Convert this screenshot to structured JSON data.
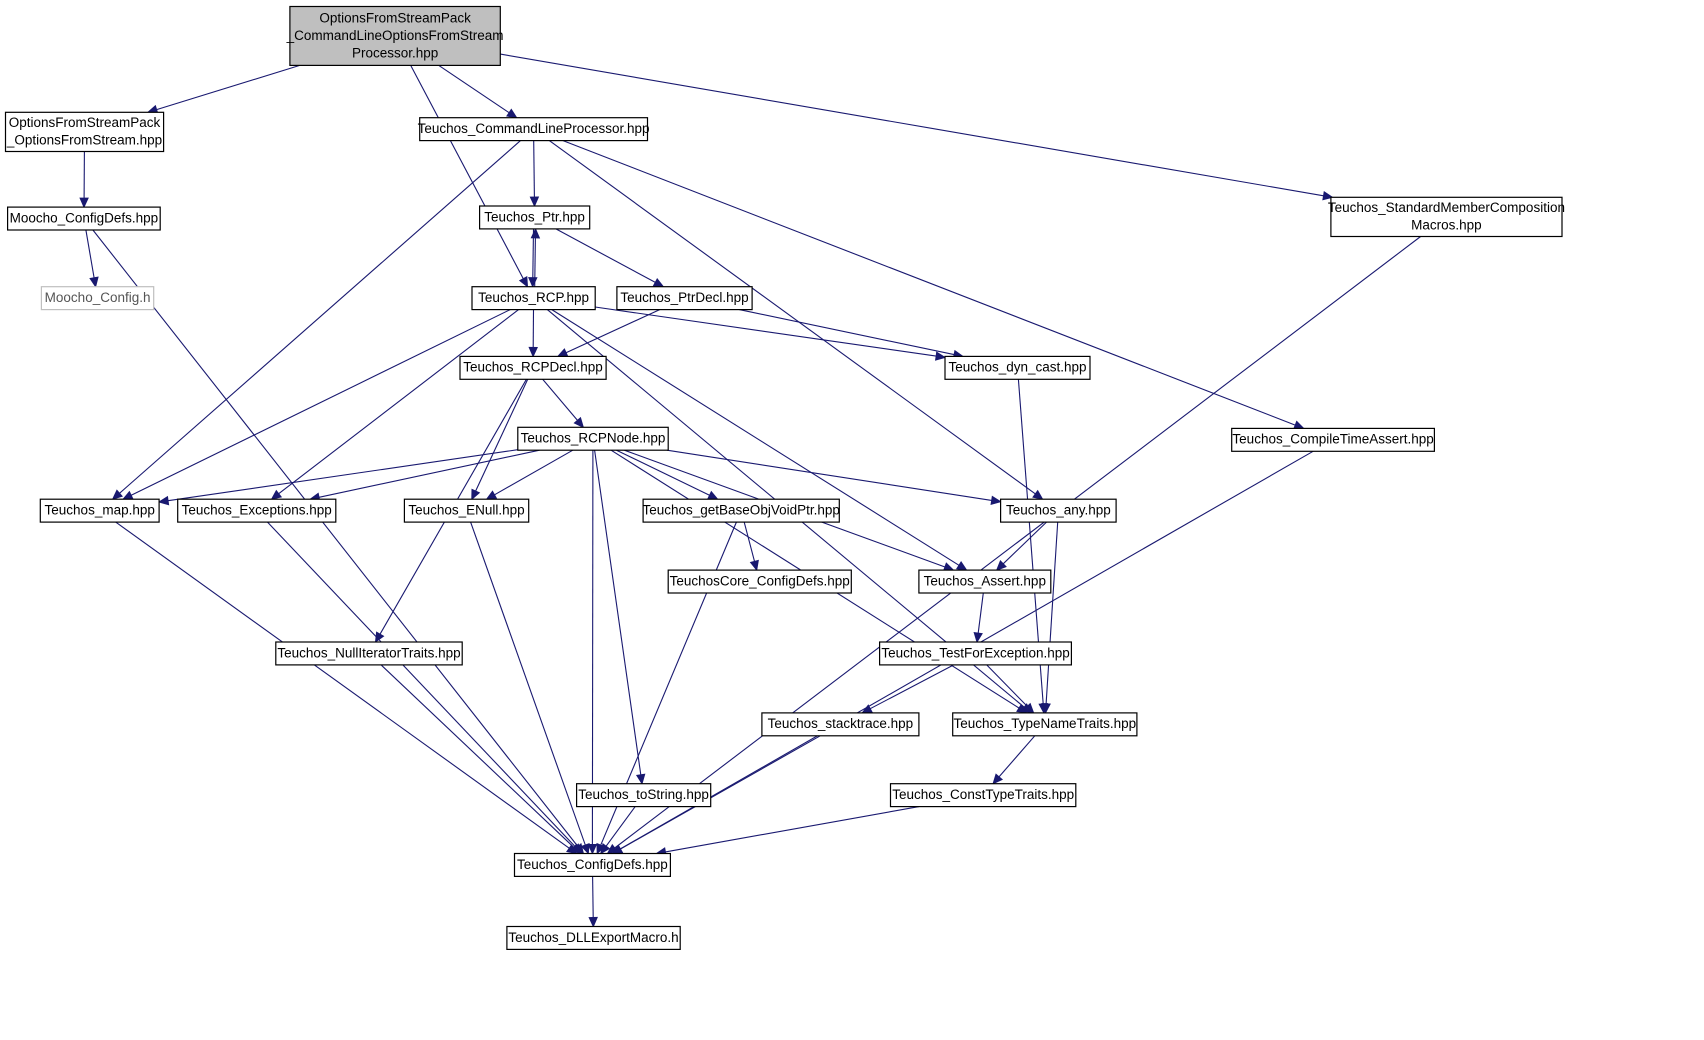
{
  "nodes": [
    {
      "id": "root",
      "lines": [
        "OptionsFromStreamPack",
        "_CommandLineOptionsFromStream",
        "Processor.hpp"
      ],
      "style": "root"
    },
    {
      "id": "ofs",
      "lines": [
        "OptionsFromStreamPack",
        "_OptionsFromStream.hpp"
      ]
    },
    {
      "id": "clp",
      "lines": [
        "Teuchos_CommandLineProcessor.hpp"
      ]
    },
    {
      "id": "smc",
      "lines": [
        "Teuchos_StandardMemberComposition",
        "Macros.hpp"
      ]
    },
    {
      "id": "mcd",
      "lines": [
        "Moocho_ConfigDefs.hpp"
      ]
    },
    {
      "id": "ptr",
      "lines": [
        "Teuchos_Ptr.hpp"
      ]
    },
    {
      "id": "mcfg",
      "lines": [
        "Moocho_Config.h"
      ],
      "style": "faded"
    },
    {
      "id": "rcp",
      "lines": [
        "Teuchos_RCP.hpp"
      ]
    },
    {
      "id": "ptrdecl",
      "lines": [
        "Teuchos_PtrDecl.hpp"
      ]
    },
    {
      "id": "rcpdecl",
      "lines": [
        "Teuchos_RCPDecl.hpp"
      ]
    },
    {
      "id": "dyn",
      "lines": [
        "Teuchos_dyn_cast.hpp"
      ]
    },
    {
      "id": "rcpnode",
      "lines": [
        "Teuchos_RCPNode.hpp"
      ]
    },
    {
      "id": "cta",
      "lines": [
        "Teuchos_CompileTimeAssert.hpp"
      ]
    },
    {
      "id": "map",
      "lines": [
        "Teuchos_map.hpp"
      ]
    },
    {
      "id": "exc",
      "lines": [
        "Teuchos_Exceptions.hpp"
      ]
    },
    {
      "id": "enull",
      "lines": [
        "Teuchos_ENull.hpp"
      ]
    },
    {
      "id": "gbovp",
      "lines": [
        "Teuchos_getBaseObjVoidPtr.hpp"
      ]
    },
    {
      "id": "any",
      "lines": [
        "Teuchos_any.hpp"
      ]
    },
    {
      "id": "tccd",
      "lines": [
        "TeuchosCore_ConfigDefs.hpp"
      ]
    },
    {
      "id": "assert",
      "lines": [
        "Teuchos_Assert.hpp"
      ]
    },
    {
      "id": "nit",
      "lines": [
        "Teuchos_NullIteratorTraits.hpp"
      ]
    },
    {
      "id": "tfe",
      "lines": [
        "Teuchos_TestForException.hpp"
      ]
    },
    {
      "id": "stack",
      "lines": [
        "Teuchos_stacktrace.hpp"
      ]
    },
    {
      "id": "tnt",
      "lines": [
        "Teuchos_TypeNameTraits.hpp"
      ]
    },
    {
      "id": "tostr",
      "lines": [
        "Teuchos_toString.hpp"
      ]
    },
    {
      "id": "ctt",
      "lines": [
        "Teuchos_ConstTypeTraits.hpp"
      ]
    },
    {
      "id": "tcd",
      "lines": [
        "Teuchos_ConfigDefs.hpp"
      ]
    },
    {
      "id": "dll",
      "lines": [
        "Teuchos_DLLExportMacro.h"
      ]
    }
  ],
  "edges": [
    [
      "root",
      "ofs"
    ],
    [
      "root",
      "clp"
    ],
    [
      "root",
      "rcp"
    ],
    [
      "root",
      "smc"
    ],
    [
      "ofs",
      "mcd"
    ],
    [
      "mcd",
      "mcfg"
    ],
    [
      "mcd",
      "tcd"
    ],
    [
      "clp",
      "ptr"
    ],
    [
      "clp",
      "map"
    ],
    [
      "clp",
      "any"
    ],
    [
      "clp",
      "cta"
    ],
    [
      "smc",
      "tcd"
    ],
    [
      "ptr",
      "rcp"
    ],
    [
      "ptr",
      "ptrdecl"
    ],
    [
      "rcp",
      "ptr"
    ],
    [
      "rcp",
      "rcpdecl"
    ],
    [
      "rcp",
      "dyn"
    ],
    [
      "rcp",
      "map"
    ],
    [
      "rcp",
      "exc"
    ],
    [
      "rcp",
      "assert"
    ],
    [
      "rcp",
      "tnt"
    ],
    [
      "ptrdecl",
      "rcpdecl"
    ],
    [
      "ptrdecl",
      "dyn"
    ],
    [
      "rcpdecl",
      "rcpnode"
    ],
    [
      "rcpdecl",
      "enull"
    ],
    [
      "rcpdecl",
      "nit"
    ],
    [
      "dyn",
      "tnt"
    ],
    [
      "rcpnode",
      "map"
    ],
    [
      "rcpnode",
      "exc"
    ],
    [
      "rcpnode",
      "enull"
    ],
    [
      "rcpnode",
      "gbovp"
    ],
    [
      "rcpnode",
      "any"
    ],
    [
      "rcpnode",
      "assert"
    ],
    [
      "rcpnode",
      "tnt"
    ],
    [
      "rcpnode",
      "tostr"
    ],
    [
      "rcpnode",
      "tcd"
    ],
    [
      "cta",
      "tcd"
    ],
    [
      "map",
      "tcd"
    ],
    [
      "exc",
      "tcd"
    ],
    [
      "enull",
      "tcd"
    ],
    [
      "gbovp",
      "tccd"
    ],
    [
      "gbovp",
      "tcd"
    ],
    [
      "any",
      "assert"
    ],
    [
      "any",
      "tnt"
    ],
    [
      "assert",
      "tfe"
    ],
    [
      "nit",
      "tcd"
    ],
    [
      "tfe",
      "stack"
    ],
    [
      "tfe",
      "tnt"
    ],
    [
      "stack",
      "tcd"
    ],
    [
      "tnt",
      "ctt"
    ],
    [
      "tostr",
      "tcd"
    ],
    [
      "ctt",
      "tcd"
    ],
    [
      "tcd",
      "dll"
    ]
  ]
}
